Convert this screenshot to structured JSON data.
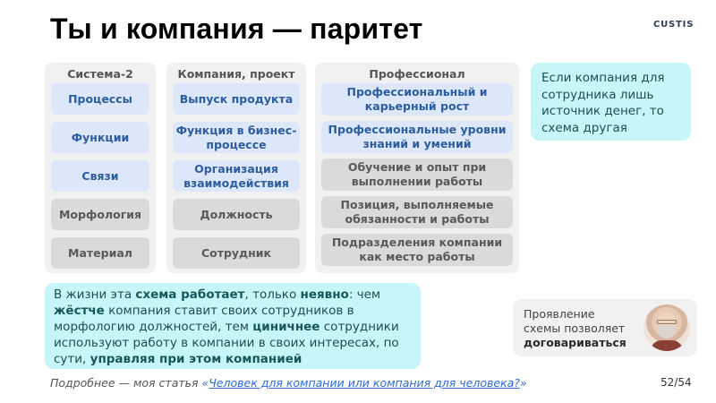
{
  "header": {
    "title": "Ты и компания — паритет",
    "logo": "CUSTIS"
  },
  "columns": [
    {
      "heading": "Система-2",
      "cells": [
        {
          "text": "Процессы",
          "style": "blue"
        },
        {
          "text": "Функции",
          "style": "blue"
        },
        {
          "text": "Связи",
          "style": "blue"
        },
        {
          "text": "Морфология",
          "style": "gray"
        },
        {
          "text": "Материал",
          "style": "gray"
        }
      ]
    },
    {
      "heading": "Компания, проект",
      "cells": [
        {
          "text": "Выпуск продукта",
          "style": "blue"
        },
        {
          "text": "Функция в бизнес-процессе",
          "style": "blue"
        },
        {
          "text": "Организация взаимодействия",
          "style": "blue"
        },
        {
          "text": "Должность",
          "style": "gray"
        },
        {
          "text": "Сотрудник",
          "style": "gray"
        }
      ]
    },
    {
      "heading": "Профессионал",
      "cells": [
        {
          "text": "Профессиональный и карьерный рост",
          "style": "blue"
        },
        {
          "text": "Профессиональные уровни знаний и умений",
          "style": "blue"
        },
        {
          "text": "Обучение и опыт при выполнении работы",
          "style": "gray"
        },
        {
          "text": "Позиция, выполняемые обязанности и работы",
          "style": "gray"
        },
        {
          "text": "Подразделения компании как место работы",
          "style": "gray"
        }
      ]
    }
  ],
  "note_top": {
    "text": "Если компания для сотрудника лишь источник денег, то схема другая"
  },
  "note_bottom": {
    "p1": "В жизни эта ",
    "b1": "схема работает",
    "p2": ", только ",
    "b2": "неявно",
    "p3": ": чем ",
    "b3": "жёстче",
    "p4": " компания ставит своих сотрудников в морфологию должностей, тем ",
    "b4": "циничнее",
    "p5": " сотрудники используют работу в компании в своих интересах, по сути, ",
    "b5": "управляя при этом компанией"
  },
  "aside": {
    "line1": "Проявление",
    "line2": "схемы позволяет",
    "bold": "договариваться",
    "avatar_alt": "author-photo"
  },
  "footer": {
    "prefix": "Подробнее — моя статья ",
    "open_quote": "«",
    "link_text": "Человек для компании или компания для человека?",
    "close_quote": "»",
    "page": "52/54"
  },
  "colors": {
    "blue_cell_bg": "#dce8fa",
    "blue_cell_text": "#2d5d9e",
    "gray_cell_bg": "#dadada",
    "panel_bg": "#f1f1f1",
    "note_bg": "#c6f6f8",
    "link": "#2f6ad6"
  }
}
